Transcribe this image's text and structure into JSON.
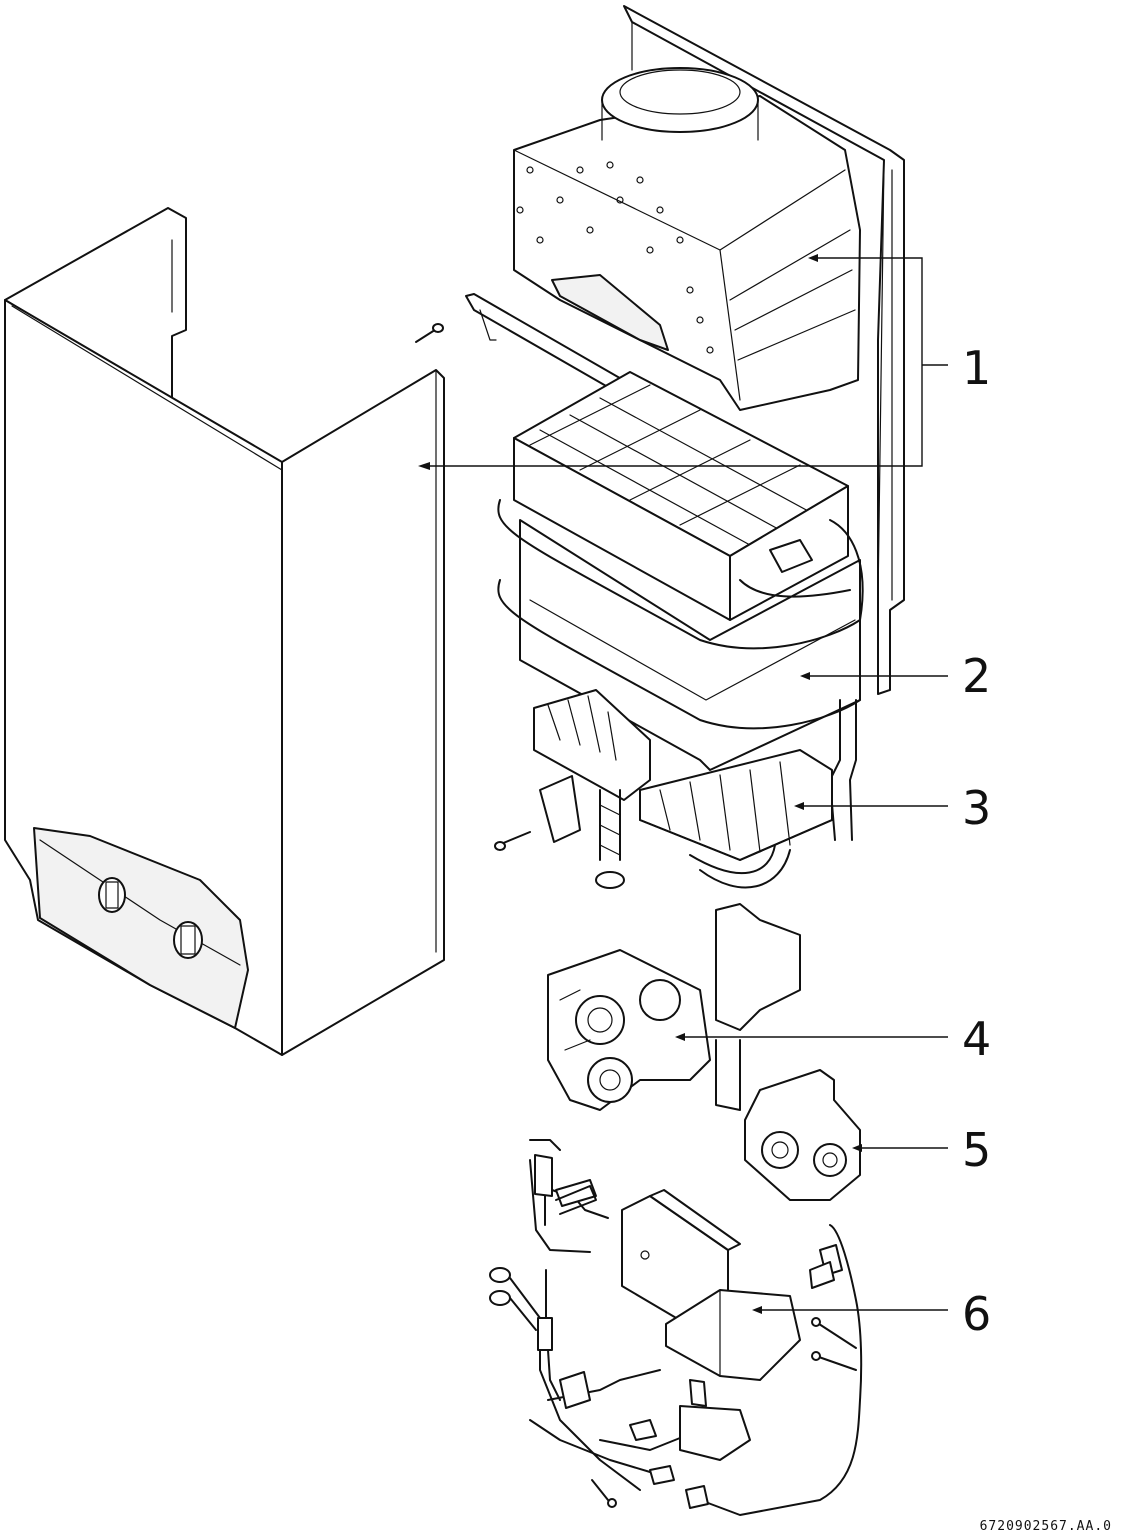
{
  "drawing": {
    "reference_code": "6720902567.AA.0"
  },
  "callouts": [
    {
      "number": "1",
      "part": "casing-and-combustion-hood"
    },
    {
      "number": "2",
      "part": "heat-exchanger"
    },
    {
      "number": "3",
      "part": "burner"
    },
    {
      "number": "4",
      "part": "gas-valve"
    },
    {
      "number": "5",
      "part": "water-valve"
    },
    {
      "number": "6",
      "part": "control-unit-and-wiring"
    }
  ],
  "colors": {
    "line": "#111111",
    "fill": "#ffffff",
    "shade": "#f2f2f2"
  }
}
